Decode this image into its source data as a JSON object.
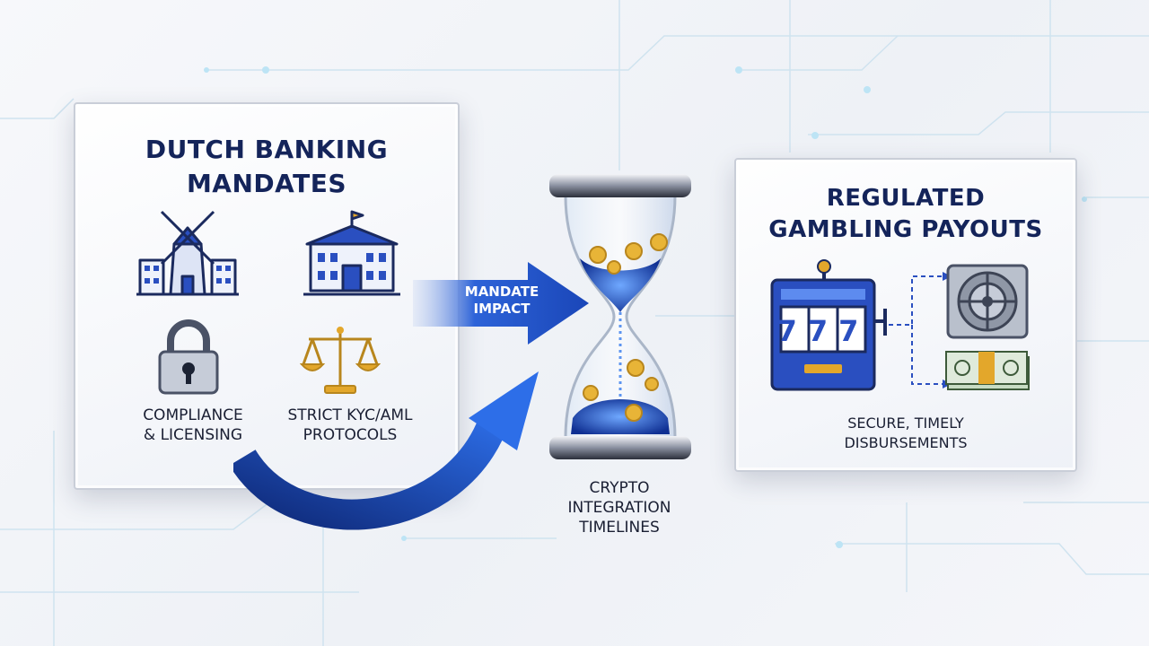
{
  "left_panel": {
    "title_line1": "DUTCH BANKING",
    "title_line2": "MANDATES",
    "caption_left_line1": "COMPLIANCE",
    "caption_left_line2": "& LICENSING",
    "caption_right_line1": "STRICT KYC/AML",
    "caption_right_line2": "PROTOCOLS"
  },
  "arrow": {
    "label_line1": "MANDATE",
    "label_line2": "IMPACT"
  },
  "center": {
    "caption_line1": "CRYPTO",
    "caption_line2": "INTEGRATION",
    "caption_line3": "TIMELINES"
  },
  "right_panel": {
    "title_line1": "REGULATED",
    "title_line2": "GAMBLING PAYOUTS",
    "slot_digits": "777",
    "caption_line1": "SECURE, TIMELY",
    "caption_line2": "DISBURSEMENTS"
  },
  "colors": {
    "navy": "#14245a",
    "accent_blue": "#1f4fc9",
    "gold": "#e3a72b",
    "circuit": "#9fd3ee"
  },
  "icons": [
    "windmill-building-icon",
    "bank-building-icon",
    "padlock-icon",
    "scales-icon",
    "hourglass-icon",
    "slot-machine-icon",
    "vault-icon",
    "cash-stack-icon"
  ]
}
